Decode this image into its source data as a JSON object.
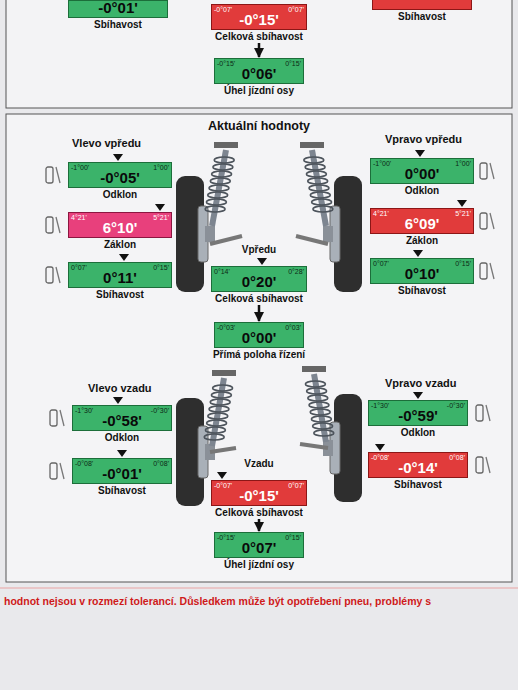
{
  "diagram": {
    "title": "Aktuální hodnoty",
    "nodes": [
      {
        "text": [
          "-0°01'",
          "Sbíhavost"
        ]
      },
      {
        "text": [
          "-0°07'",
          "0°07'",
          "-0°15'",
          "Celková sbíhavost"
        ]
      },
      {
        "text": [
          "-0°15'",
          "0°15'",
          "0°06'",
          "Úhel jízdní osy"
        ]
      },
      {
        "text": [
          "Sbíhavost"
        ]
      },
      {
        "text": [
          "-1°00'",
          "1°00'",
          "-0°05'",
          "Odklon"
        ]
      },
      {
        "text": [
          "-1°00'",
          "1°00'",
          "0°00'",
          "Odklon"
        ]
      },
      {
        "text": [
          "4°21'",
          "5°21'",
          "6°10'",
          "Záklon"
        ]
      },
      {
        "text": [
          "4°21'",
          "5°21'",
          "6°09'",
          "Záklon"
        ]
      },
      {
        "text": [
          "0°07'",
          "0°15'",
          "0°11'",
          "Sbíhavost"
        ]
      },
      {
        "text": [
          "0°07'",
          "0°15'",
          "0°10'",
          "Sbíhavost"
        ]
      },
      {
        "text": [
          "0°14'",
          "0°28'",
          "0°20'",
          "Celková sbíhavost"
        ]
      },
      {
        "text": [
          "-0°03'",
          "0°03'",
          "0°00'",
          "Přímá poloha řízení"
        ]
      },
      {
        "text": [
          "-1°30'",
          "-0°30'",
          "-0°58'",
          "Odklon"
        ]
      },
      {
        "text": [
          "-1°30'",
          "-0°30'",
          "-0°59'",
          "Odklon"
        ]
      },
      {
        "text": [
          "-0°08'",
          "0°08'",
          "-0°01'",
          "Sbíhavost"
        ]
      },
      {
        "text": [
          "-0°08'",
          "0°08'",
          "-0°14'",
          "Sbíhavost"
        ]
      },
      {
        "text": [
          "-0°07'",
          "0°07'",
          "-0°15'",
          "Celková sbíhavost"
        ]
      },
      {
        "text": [
          "-0°15'",
          "0°15'",
          "0°07'",
          "Úhel jízdní osy"
        ]
      }
    ],
    "edges": [
      {
        "from": 1,
        "to": 2,
        "arrow": "to"
      },
      {
        "from": 10,
        "to": 11,
        "arrow": "to"
      },
      {
        "from": 16,
        "to": 17,
        "arrow": "to"
      }
    ],
    "labels": [
      "Vlevo vpředu",
      "Vpravo vpředu",
      "Vpředu",
      "Vlevo vzadu",
      "Vpravo vzadu",
      "Vzadu",
      "hodnot nejsou v rozmezí tolerancí. Důsledkem může být opotřebení pneu, problémy s"
    ]
  }
}
